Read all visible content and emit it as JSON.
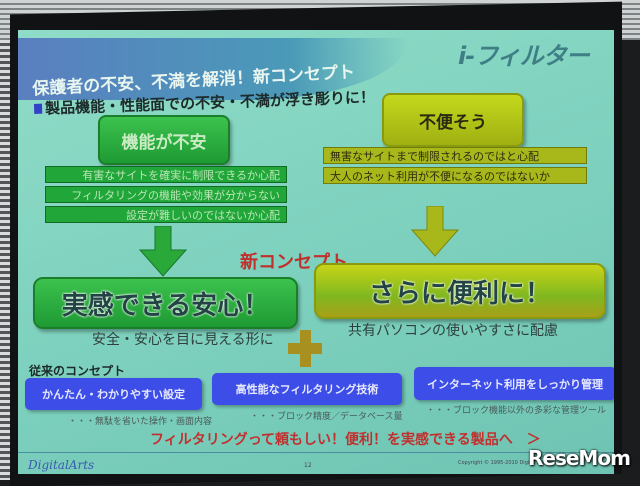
{
  "slide": {
    "title": "保護者の不安、不満を解消！新コンセプト",
    "logo": "i-フィルター",
    "subtitle": "製品機能・性能面での不安・不満が浮き彫りに！",
    "left_concern": {
      "label": "機能が不安",
      "items": [
        "有害なサイトを確実に制限できるか心配",
        "フィルタリングの機能や効果が分からない",
        "設定が難しいのではないか心配"
      ]
    },
    "right_concern": {
      "label": "不便そう",
      "items": [
        "無害なサイトまで制限されるのではと心配",
        "大人のネット利用が不便になるのではないか"
      ]
    },
    "new_concept": "新コンセプト",
    "left_solution": {
      "label": "実感できる安心！",
      "caption": "安全・安心を目に見える形に"
    },
    "right_solution": {
      "label": "さらに便利に！",
      "caption": "共有パソコンの使いやすさに配慮"
    },
    "traditional_heading": "従来のコンセプト",
    "traditional": [
      {
        "label": "かんたん・わかりやすい設定",
        "note": "・・・無駄を省いた操作・画面内容"
      },
      {
        "label": "高性能なフィルタリング技術",
        "note": "・・・ブロック精度／データベース量"
      },
      {
        "label": "インターネット利用をしっかり管理",
        "note": "・・・ブロック機能以外の多彩な管理ツール"
      }
    ],
    "tagline": "フィルタリングって頼もしい！便利！を実感できる製品へ　＞",
    "footer": {
      "company": "DigitalArts",
      "page": "12",
      "copyright": "Copyright © 1995-2010 Digital Arts Inc."
    }
  },
  "watermark": "ReseMom",
  "colors": {
    "screen": "#7fd3c0",
    "green": "#22a63a",
    "yellow": "#a8b81a",
    "blue": "#3d4ee8",
    "red": "#c0302c"
  }
}
